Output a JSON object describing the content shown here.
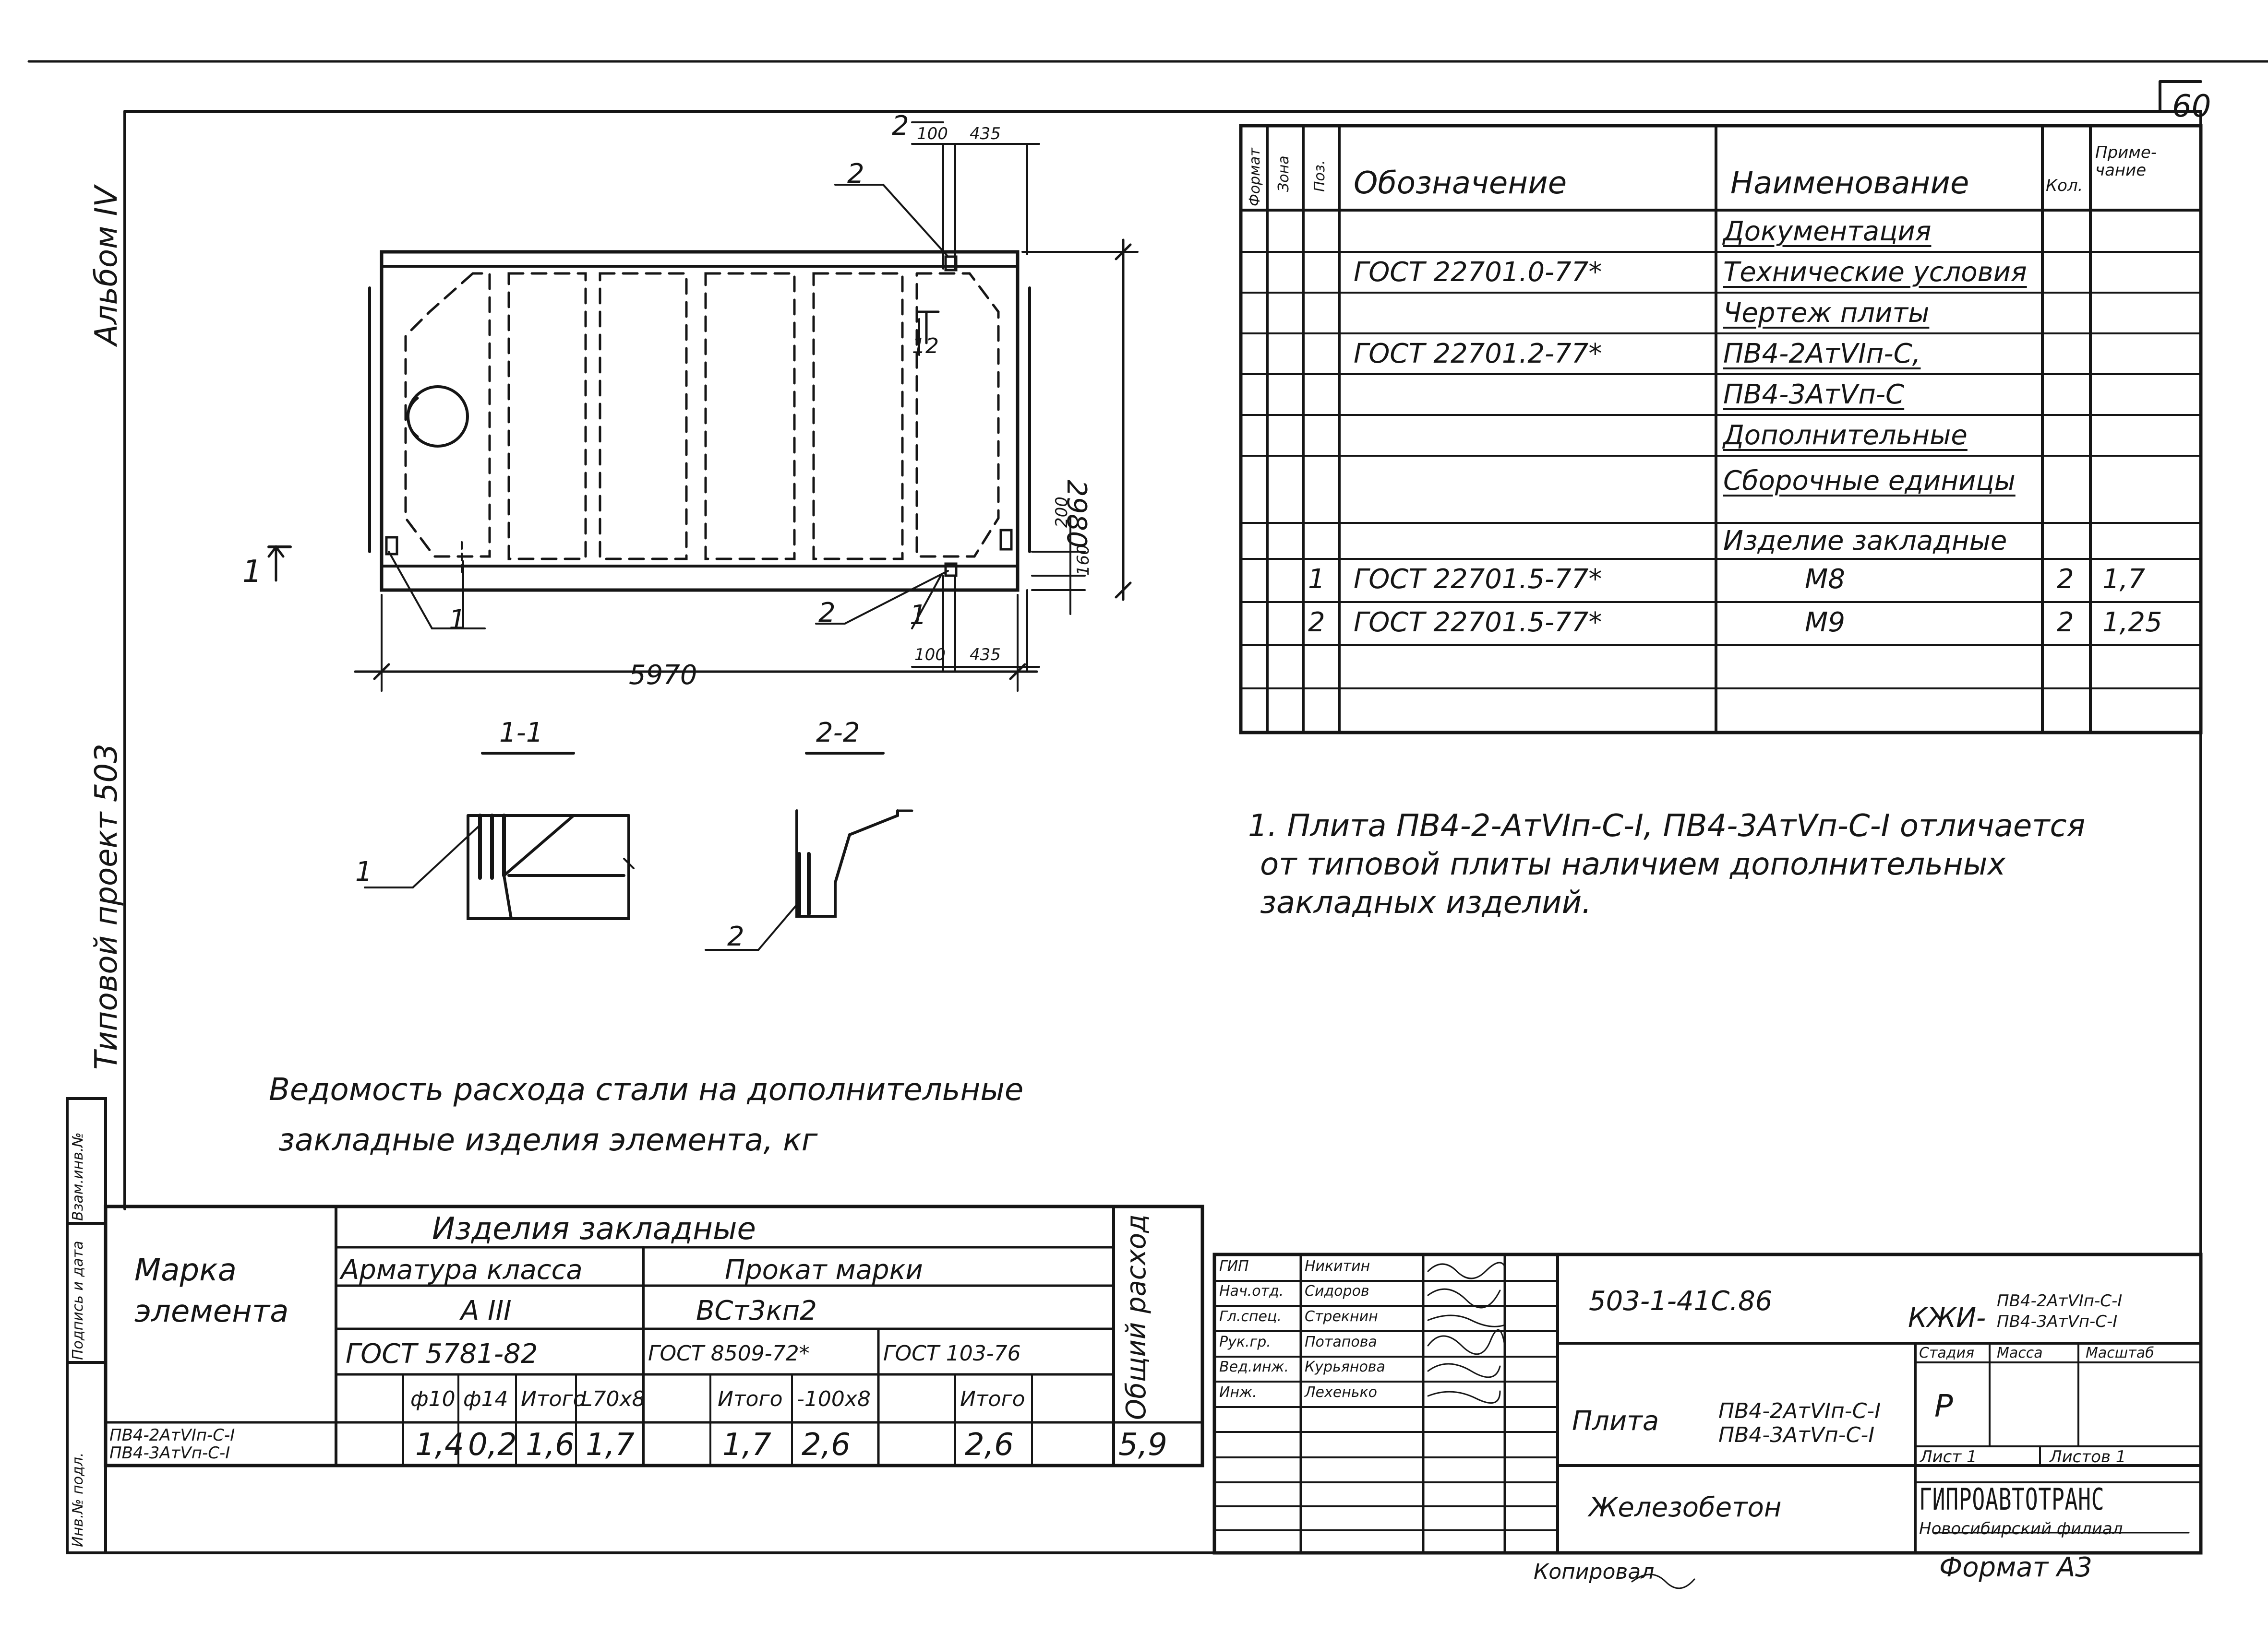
{
  "sheet_number": "60",
  "left_margin": {
    "album": "Альбом IV",
    "project": "Типовой проект 503"
  },
  "side_stamp": [
    "Инв.№ подл.",
    "Подпись и дата",
    "Взам.инв.№"
  ],
  "drawing": {
    "dim_length": "5970",
    "dim_width": "2980",
    "dim_top_a": "100",
    "dim_top_b": "435",
    "dim_bot_a": "100",
    "dim_bot_b": "435",
    "dim_v_a": "200",
    "dim_v_b": "160",
    "pos1": "1",
    "pos2": "2",
    "pos12": "12",
    "cut1_left": "1",
    "cut2_top": "2"
  },
  "section_labels": {
    "s11": "1-1",
    "s22": "2-2"
  },
  "spec_table": {
    "headers": {
      "format": "Формат",
      "zone": "Зона",
      "pos": "Поз.",
      "designation": "Обозначение",
      "name": "Наименование",
      "qty": "Кол.",
      "note": "Приме-\nчание"
    },
    "rows": [
      {
        "pos": "",
        "designation": "",
        "name": "Документация",
        "qty": "",
        "note": "",
        "underline": true
      },
      {
        "pos": "",
        "designation": "ГОСТ 22701.0-77*",
        "name": "Технические условия",
        "qty": "",
        "note": "",
        "underline": true
      },
      {
        "pos": "",
        "designation": "",
        "name": "Чертеж плиты",
        "qty": "",
        "note": "",
        "underline": true
      },
      {
        "pos": "",
        "designation": "ГОСТ 22701.2-77*",
        "name": "ПВ4-2АтVIп-С,",
        "qty": "",
        "note": "",
        "underline": true
      },
      {
        "pos": "",
        "designation": "",
        "name": "ПВ4-3АтVп-С",
        "qty": "",
        "note": "",
        "underline": true
      },
      {
        "pos": "",
        "designation": "",
        "name": "Дополнительные",
        "qty": "",
        "note": "",
        "underline": true
      },
      {
        "pos": "",
        "designation": "",
        "name": "Сборочные единицы",
        "qty": "",
        "note": "",
        "underline": true
      },
      {
        "pos": "",
        "designation": "",
        "name": "Изделие закладные",
        "qty": "",
        "note": "",
        "underline": false
      },
      {
        "pos": "1",
        "designation": "ГОСТ 22701.5-77*",
        "name": "М8",
        "qty": "2",
        "note": "1,7",
        "underline": false
      },
      {
        "pos": "2",
        "designation": "ГОСТ 22701.5-77*",
        "name": "М9",
        "qty": "2",
        "note": "1,25",
        "underline": false
      },
      {
        "pos": "",
        "designation": "",
        "name": "",
        "qty": "",
        "note": "",
        "underline": false
      },
      {
        "pos": "",
        "designation": "",
        "name": "",
        "qty": "",
        "note": "",
        "underline": false
      }
    ]
  },
  "note": {
    "line1": "1. Плита ПВ4-2-АтVIп-С-I, ПВ4-3АтVп-С-I отличается",
    "line2": "от типовой плиты наличием дополнительных",
    "line3": "закладных изделий."
  },
  "steel_table": {
    "title_line1": "Ведомость расхода стали на дополнительные",
    "title_line2": "закладные изделия элемента, кг",
    "col_mark": "Марка элемента",
    "group": "Изделия закладные",
    "sub_rebar": "Арматура класса",
    "sub_rebar_class": "А III",
    "sub_rebar_gost": "ГОСТ 5781-82",
    "sub_rolled": "Прокат марки",
    "sub_rolled_grade": "ВСт3кп2",
    "sub_rolled_gost1": "ГОСТ 8509-72*",
    "sub_rolled_gost2": "ГОСТ 103-76",
    "col_total": "Общий расход",
    "col_headers": [
      "ф10",
      "ф14",
      "Итого",
      "L70x8",
      "",
      "Итого",
      "-100x8",
      "",
      "Итого"
    ],
    "mark_lines": [
      "ПВ4-2АтVIп-С-I",
      "ПВ4-3АтVп-С-I"
    ],
    "values": [
      "1,4",
      "0,2",
      "1,6",
      "1,7",
      "",
      "1,7",
      "2,6",
      "",
      "2,6"
    ],
    "total": "5,9"
  },
  "title_block": {
    "code": "503-1-41С.86",
    "doc_code_prefix": "КЖИ-",
    "doc_code_line1": "ПВ4-2АтVIп-С-I",
    "doc_code_line2": "ПВ4-3АтVп-С-I",
    "roles": [
      "ГИП",
      "Нач.отд.",
      "Гл.спец.",
      "Рук.гр.",
      "Вед.инж.",
      "Инж."
    ],
    "names": [
      "Никитин",
      "Сидоров",
      "Стрекнин",
      "Потапова",
      "Курьянова",
      "Лехенько"
    ],
    "product_prefix": "Плита",
    "product_line1": "ПВ4-2АтVIп-С-I",
    "product_line2": "ПВ4-3АтVп-С-I",
    "material": "Железобетон",
    "stage_label": "Стадия",
    "mass_label": "Масса",
    "scale_label": "Масштаб",
    "stage_value": "Р",
    "sheet_label": "Лист 1",
    "sheets_label": "Листов 1",
    "org_name": "ГИПРОАВТОТРАНС",
    "org_branch": "Новосибирский филиал"
  },
  "footer": {
    "copied": "Копировал",
    "format": "Формат А3"
  }
}
